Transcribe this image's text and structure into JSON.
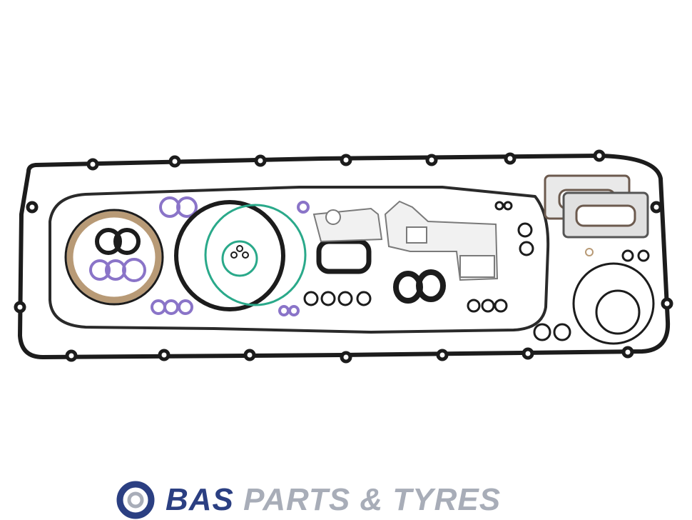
{
  "watermark": {
    "brand_primary": "BAS",
    "brand_secondary": "PARTS & TYRES",
    "primary_color": "#2b3f82",
    "secondary_color": "#a8adb8"
  },
  "photo": {
    "subject": "engine-gasket-set",
    "background_color": "#ffffff",
    "gasket_color": "#1c1c1c",
    "oring_purple_color": "#8a74c8",
    "oring_green_color": "#2aa98a",
    "seal_tan_color": "#b89a76"
  }
}
